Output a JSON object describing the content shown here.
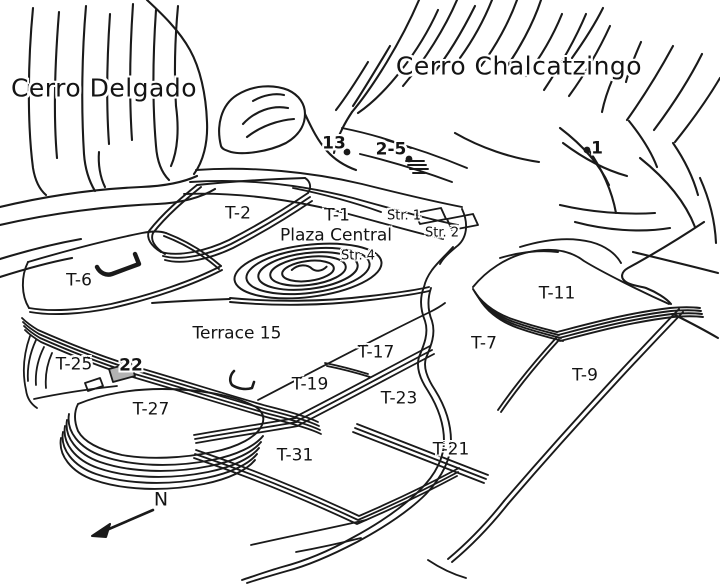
{
  "figure": {
    "background": "#ffffff",
    "line_color": "#1a1a1a",
    "labels": {
      "cerro_delgado": "Cerro Delgado",
      "cerro_chalcatzingo": "Cerro Chalcatzingo",
      "t2": "T-2",
      "t1": "T-1",
      "plaza_central": "Plaza Central",
      "str1": "Str. 1",
      "str2": "Str. 2",
      "str4": "Str. 4",
      "t6": "T-6",
      "t11": "T-11",
      "terrace15": "Terrace 15",
      "t25": "T-25",
      "t27": "T-27",
      "t17": "T-17",
      "t19": "T-19",
      "t23": "T-23",
      "t7": "T-7",
      "t9": "T-9",
      "t21": "T-21",
      "t31": "T-31",
      "north": "N"
    },
    "monuments": {
      "m13": "13",
      "m2_5": "2-5",
      "m1": "1",
      "m22": "22",
      "m22_structure_fill": "#b3b3b3"
    }
  }
}
